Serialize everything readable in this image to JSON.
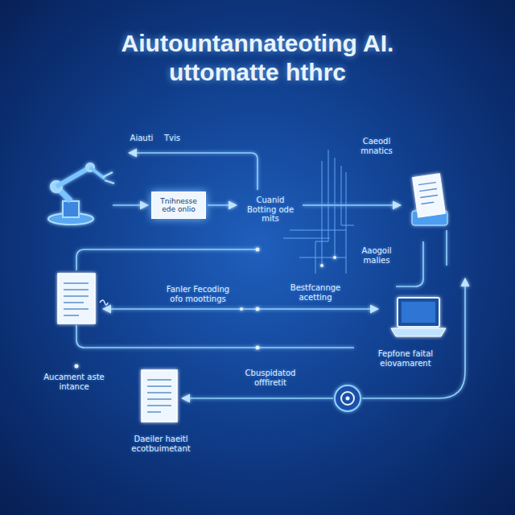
{
  "diagram": {
    "title": "Aiutountannateoting AI. uttomatte hthrc",
    "nodes": [
      {
        "text": [
          "Tnihnesse ede onlio"
        ]
      }
    ],
    "labels": [
      "Aiauti",
      "Tvis",
      "Caeodl mnatics",
      "Cuanid Botting ode mits",
      "Aaogoil malies",
      "Fanler Fecoding ofo moottings",
      "Bestfcannge acetting",
      "Fepfone faital eiovamarent",
      "Aucament aste intance",
      "Cbuspidatod offfiretit",
      "Daeiler haeitl ecotbuimetant"
    ]
  }
}
